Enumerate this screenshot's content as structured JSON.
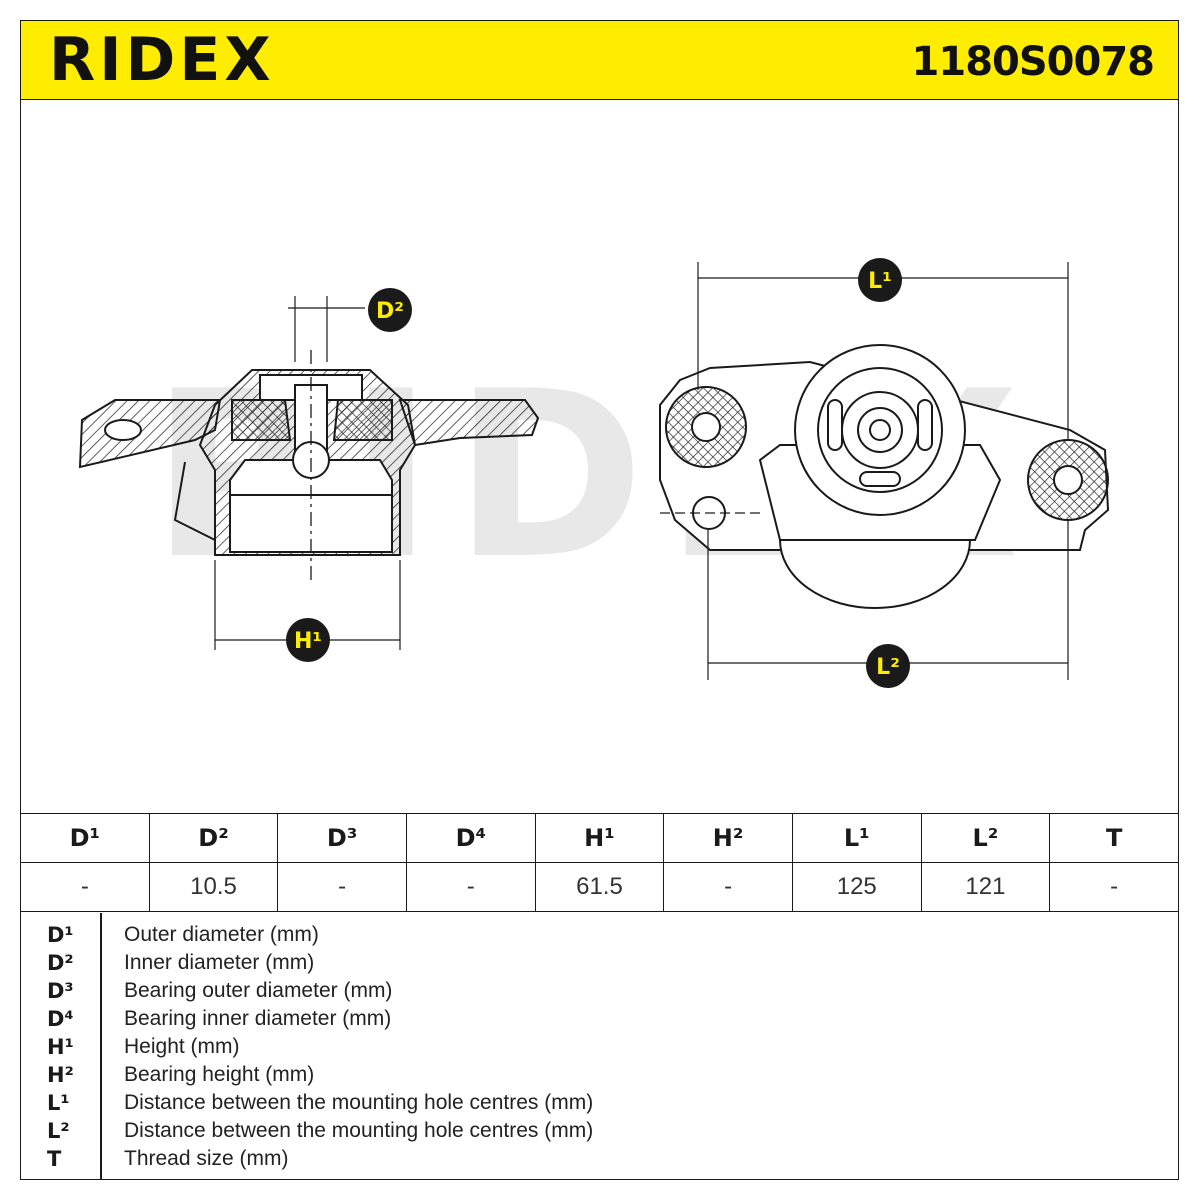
{
  "header": {
    "brand": "RIDEX",
    "part_number": "1180S0078"
  },
  "drawing": {
    "watermark": "RIDEX",
    "dimension_labels": {
      "d2": "D²",
      "h1": "H¹",
      "l1": "L¹",
      "l2": "L²"
    }
  },
  "specs_table": {
    "headers": [
      "D¹",
      "D²",
      "D³",
      "D⁴",
      "H¹",
      "H²",
      "L¹",
      "L²",
      "T"
    ],
    "values": [
      "-",
      "10.5",
      "-",
      "-",
      "61.5",
      "-",
      "125",
      "121",
      "-"
    ]
  },
  "legend": [
    {
      "key": "D¹",
      "desc": "Outer diameter (mm)"
    },
    {
      "key": "D²",
      "desc": "Inner diameter (mm)"
    },
    {
      "key": "D³",
      "desc": "Bearing outer diameter (mm)"
    },
    {
      "key": "D⁴",
      "desc": "Bearing inner diameter (mm)"
    },
    {
      "key": "H¹",
      "desc": "Height (mm)"
    },
    {
      "key": "H²",
      "desc": "Bearing height (mm)"
    },
    {
      "key": "L¹",
      "desc": "Distance between the mounting hole centres (mm)"
    },
    {
      "key": "L²",
      "desc": "Distance between the mounting hole centres (mm)"
    },
    {
      "key": "T",
      "desc": "Thread size (mm)"
    }
  ],
  "colors": {
    "brand_yellow": "#ffed00",
    "ink": "#1a1a1a",
    "watermark": "#e6e6e6"
  }
}
